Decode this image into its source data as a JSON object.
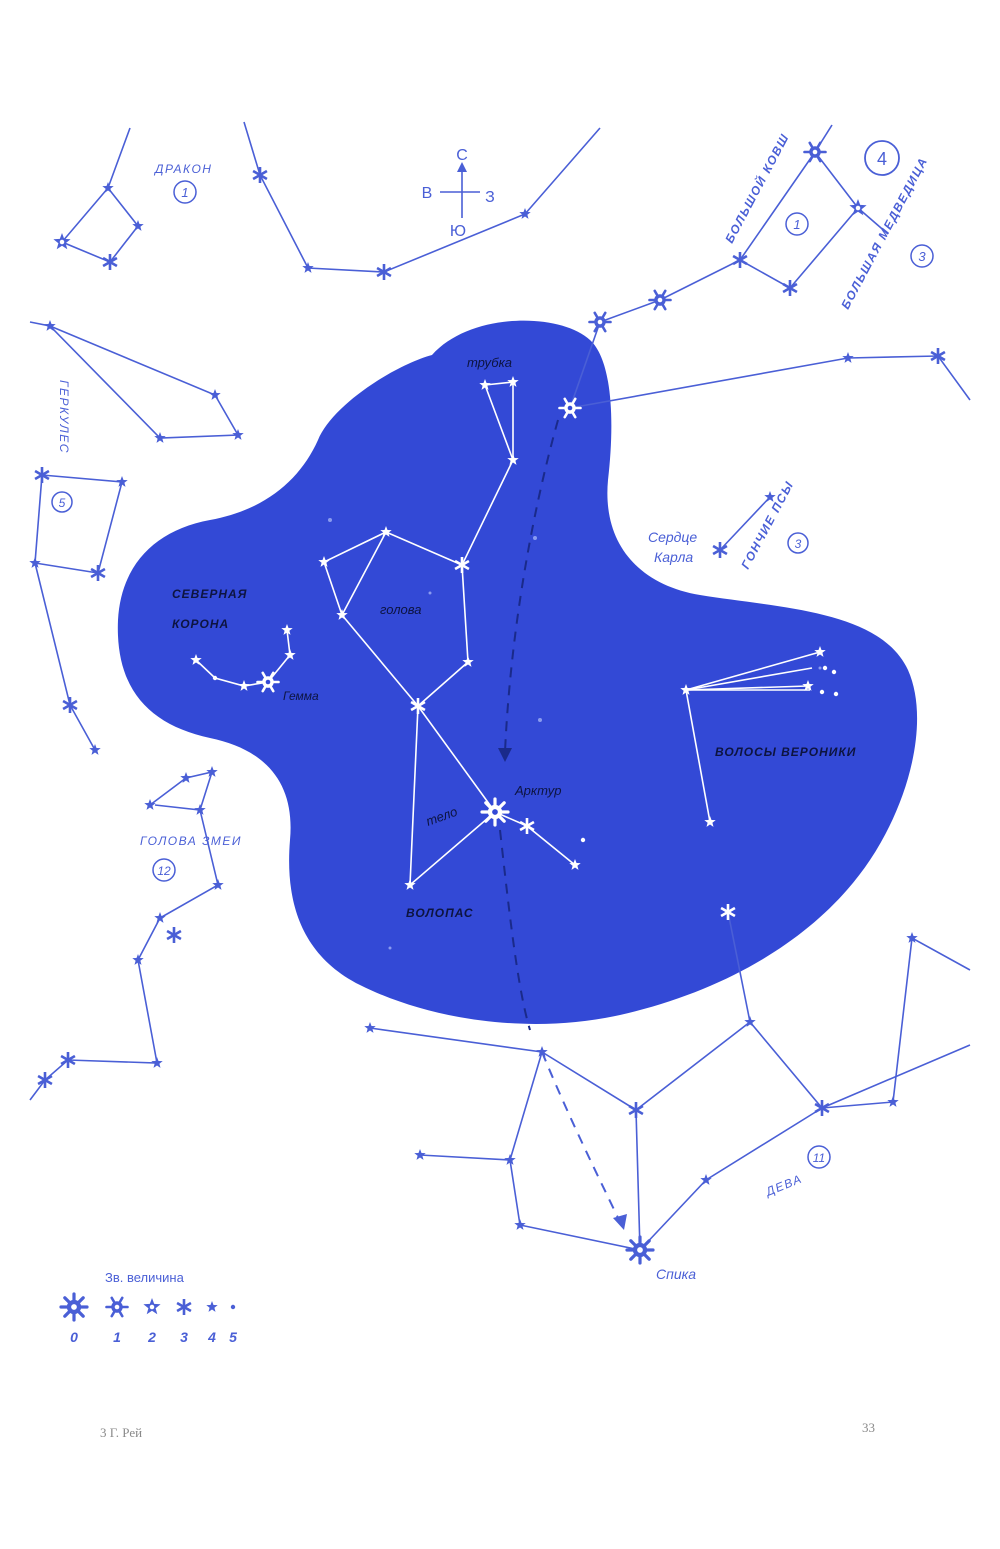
{
  "colors": {
    "blue": "#4a5fd6",
    "star_outside": "#4a5fd6",
    "region_fill": "#3349d6",
    "star_inside": "#ffffff",
    "label_inside": "#0d1440",
    "arrow_dark": "#1a2a8a"
  },
  "compass": {
    "n": "С",
    "s": "Ю",
    "e": "В",
    "w": "З"
  },
  "constellations": [
    {
      "name": "ДРАКОН",
      "number": "1"
    },
    {
      "name": "ГЕРКУЛЕС",
      "number": "5"
    },
    {
      "name": "БОЛЬШОЙ КОВШ",
      "number": "1"
    },
    {
      "name": "БОЛЬШАЯ МЕДВЕДИЦА",
      "number": "3"
    },
    {
      "name": "ГОНЧИЕ ПСЫ",
      "number": "3"
    },
    {
      "name": "СЕВЕРНАЯ КОРОНА",
      "line1": "СЕВЕРНАЯ",
      "line2": "КОРОНА"
    },
    {
      "name": "ВОЛОСЫ ВЕРОНИКИ"
    },
    {
      "name": "ВОЛОПАС"
    },
    {
      "name": "ГОЛОВА ЗМЕИ",
      "number": "12"
    },
    {
      "name": "ДЕВА",
      "number": "11"
    }
  ],
  "top_badge": "4",
  "stars_named": {
    "gemma": "Гемма",
    "arcturus": "Арктур",
    "spica": "Спика",
    "cor_caroli_1": "Сердце",
    "cor_caroli_2": "Карла"
  },
  "part_labels": {
    "pipe": "трубка",
    "head": "голова",
    "body": "тело"
  },
  "legend": {
    "title": "Зв. величина",
    "magnitudes": [
      "0",
      "1",
      "2",
      "3",
      "4",
      "5"
    ]
  },
  "footer": {
    "left": "3  Г. Рей",
    "right": "33"
  }
}
